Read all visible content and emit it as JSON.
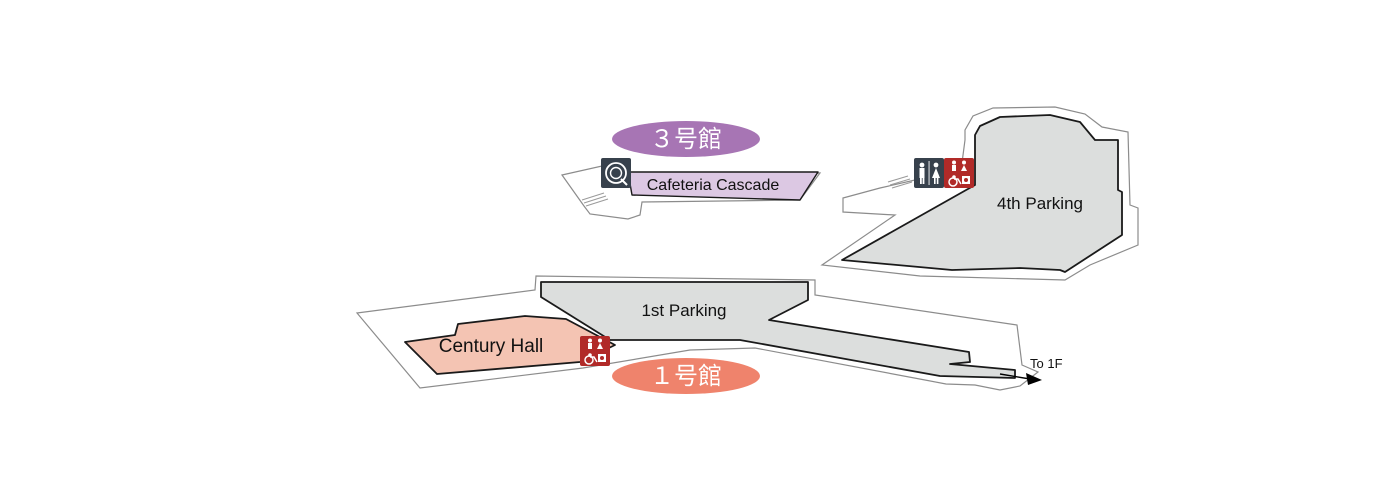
{
  "buildings": {
    "building3": {
      "label": "３号館",
      "color": "#a775b4"
    },
    "building1": {
      "label": "１号館",
      "color": "#ef836c"
    }
  },
  "areas": {
    "cafeteria": {
      "label": "Cafeteria Cascade",
      "color": "#dcc8e3"
    },
    "century_hall": {
      "label": "Century Hall",
      "color": "#f4c4b3"
    },
    "parking1": {
      "label": "1st Parking",
      "color": "#dcdedd"
    },
    "parking4": {
      "label": "4th Parking",
      "color": "#dcdedd"
    }
  },
  "directions": {
    "to_1f": "To 1F"
  },
  "icons": {
    "cafeteria_sign": "cafeteria-sign-icon",
    "restroom": "restroom-icon",
    "accessible_restroom": "accessible-restroom-icon"
  },
  "colors": {
    "dark_icon_bg": "#37414c",
    "red_icon_bg": "#b12a28"
  }
}
